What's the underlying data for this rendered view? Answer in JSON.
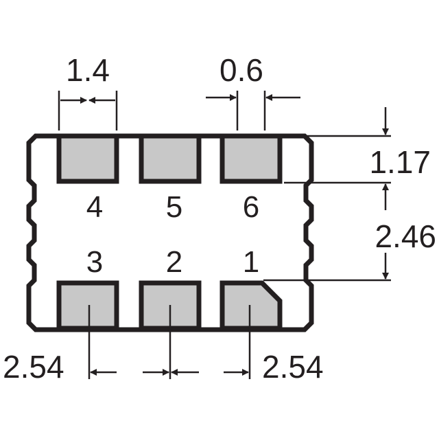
{
  "colors": {
    "outline": "#231f20",
    "pad_fill": "#c8c8c8",
    "background": "#ffffff"
  },
  "dimensions": {
    "pad_width": "1.4",
    "pad_gap": "0.6",
    "pad_height": "1.17",
    "row_spacing": "2.46",
    "pitch_left": "2.54",
    "pitch_right": "2.54"
  },
  "pins": {
    "top": [
      "4",
      "5",
      "6"
    ],
    "bottom": [
      "3",
      "2",
      "1"
    ]
  }
}
